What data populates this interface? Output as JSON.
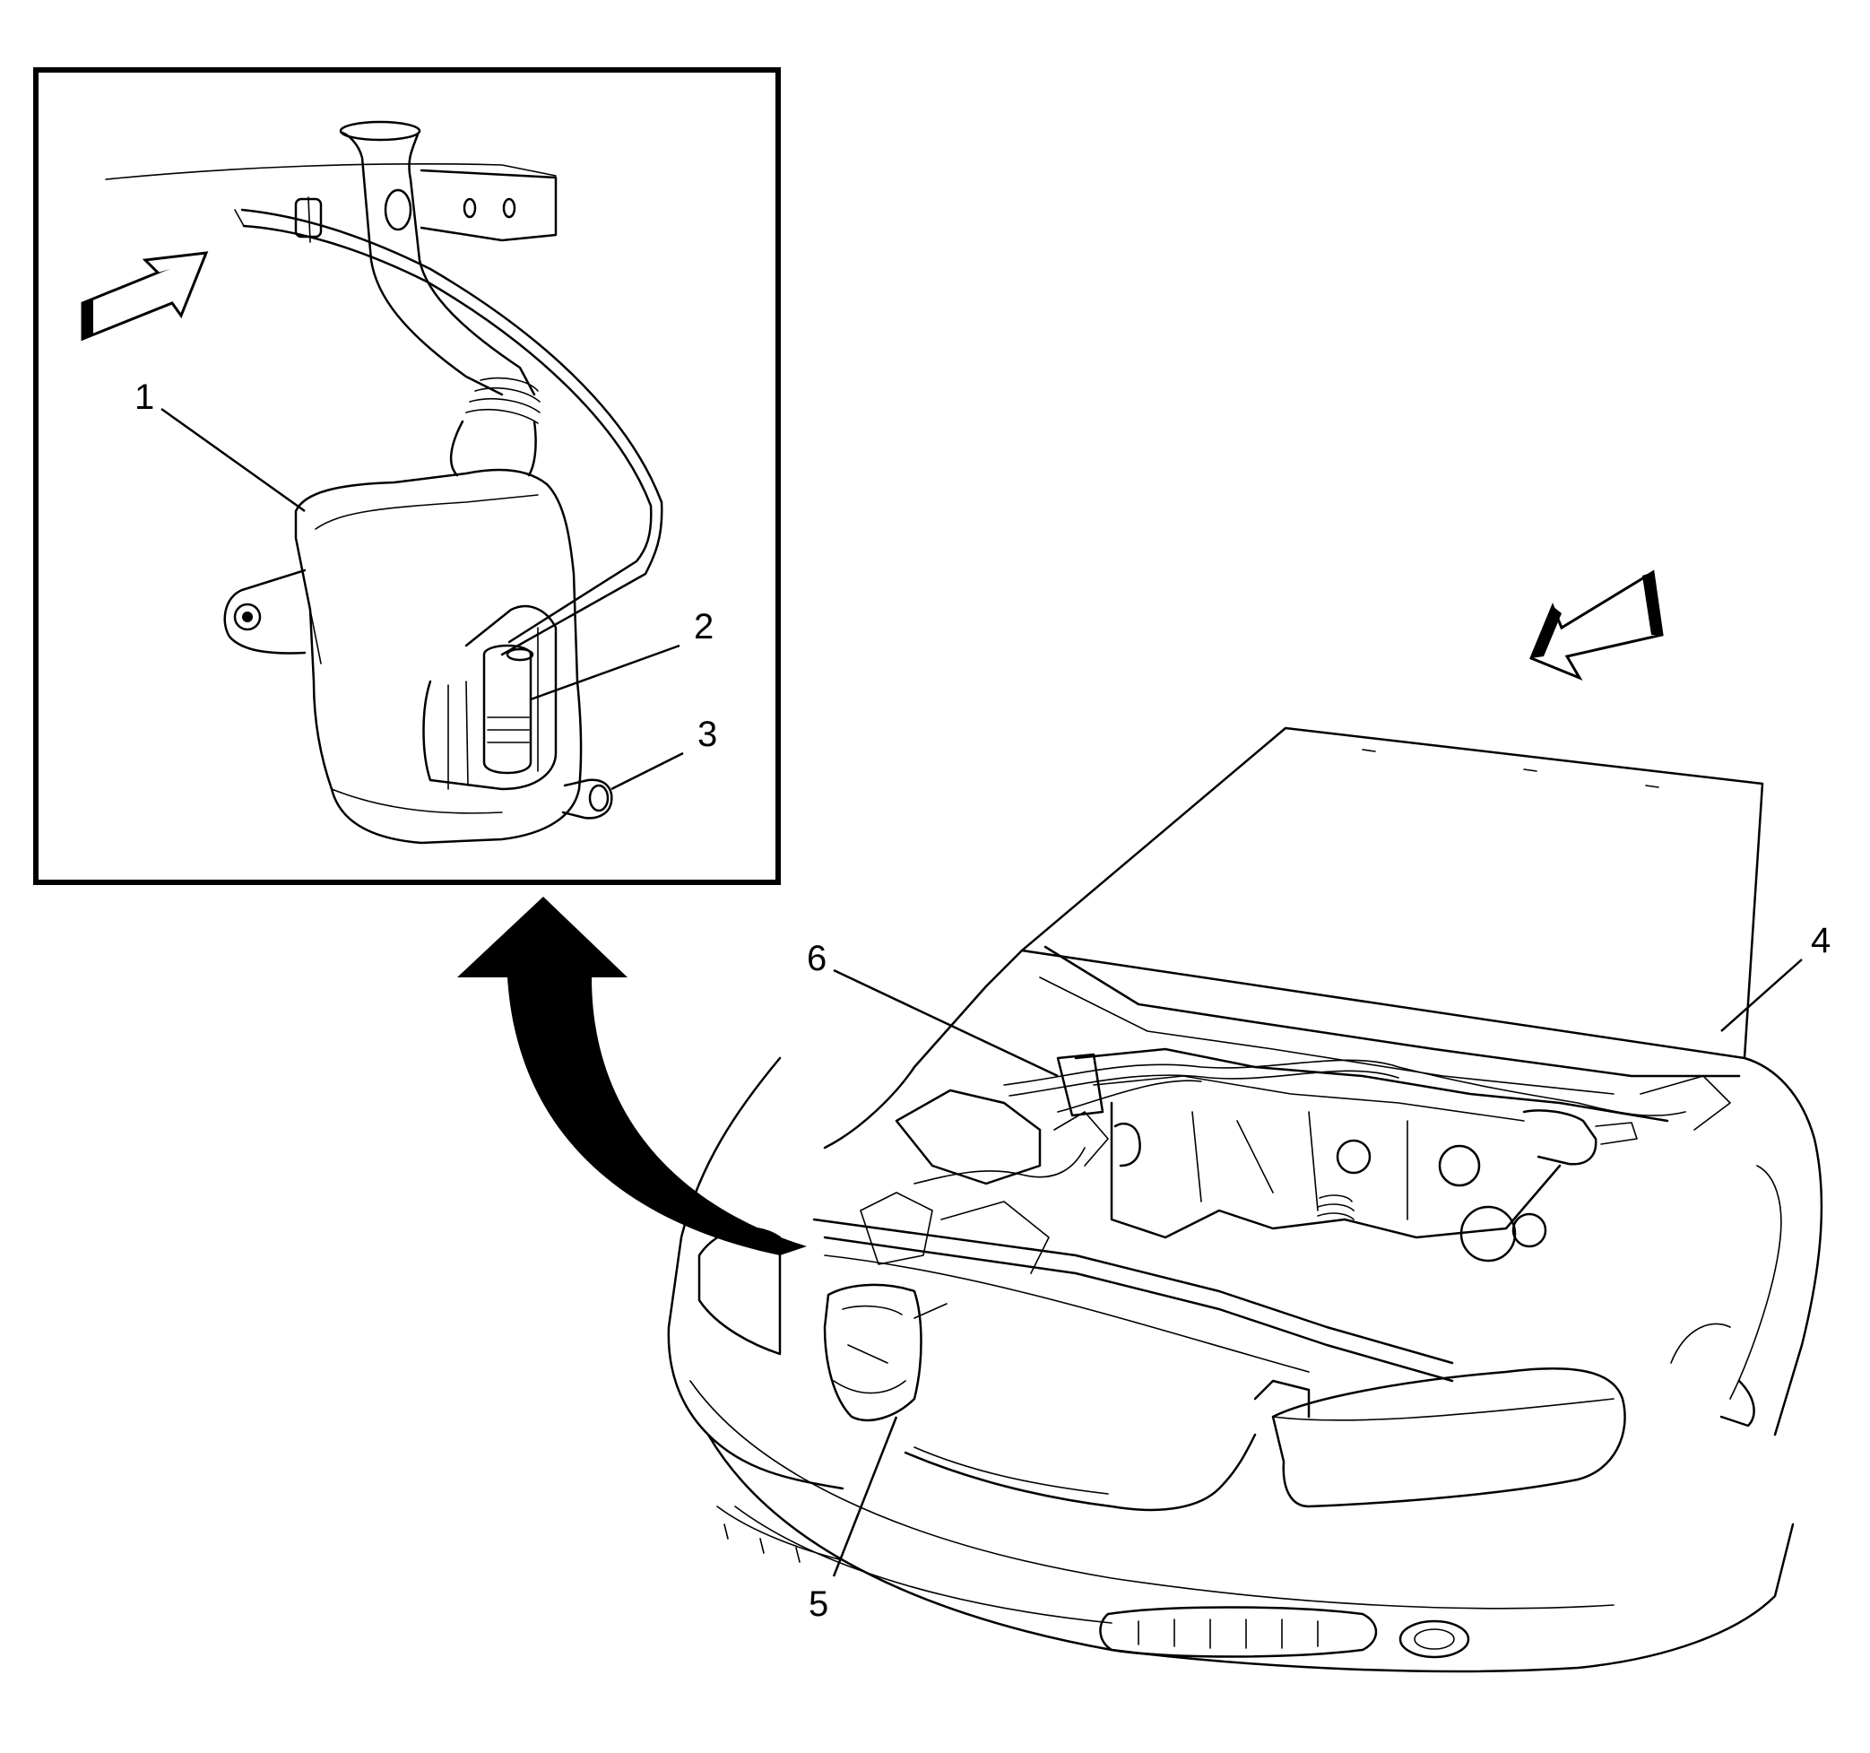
{
  "callouts": [
    {
      "id": "1",
      "text": "1"
    },
    {
      "id": "2",
      "text": "2"
    },
    {
      "id": "3",
      "text": "3"
    },
    {
      "id": "4",
      "text": "4"
    },
    {
      "id": "5",
      "text": "5"
    },
    {
      "id": "6",
      "text": "6"
    }
  ],
  "icons": [
    "forward-direction-arrow",
    "detail-view-arrow"
  ]
}
